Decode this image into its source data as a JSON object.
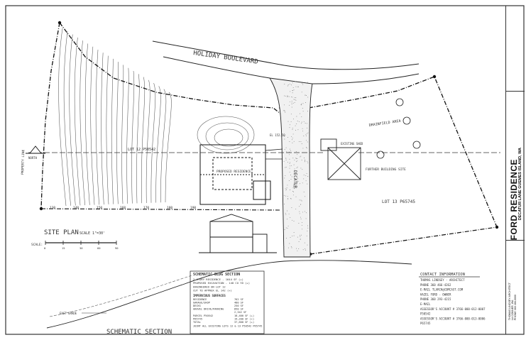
{
  "title_block": {
    "project": "FORD RESIDENCE",
    "address": "DECATUR LANE   GUEMES ISLAND, WA",
    "architect_lines": [
      "THOMAS LINDSEY ARCHITECT",
      "LA CONNER, WA",
      "PHONE 360 466-0000"
    ]
  },
  "plan": {
    "road_name": "HOLIDAY BOULEVARD",
    "road_label": "DECATUR",
    "lot_left": "LOT 12  P50542",
    "lot_right": "LOT 13  P65745",
    "drainfield": "DRAINFIELD AREA",
    "proposed_residence": "PROPOSED RESIDENCE",
    "existing_shed": "EXISTING SHED",
    "further_building": "FURTHER BUILDING SITE",
    "property_line": "PROPERTY LINE",
    "elevation_marker": "EL 152.50",
    "north_label": "NORTH",
    "contour_labels": [
      "130",
      "140",
      "150",
      "160",
      "170",
      "180",
      "190"
    ]
  },
  "site_plan": {
    "title": "SITE PLAN",
    "scale": "SCALE 1\"=30'",
    "scale_label": "SCALE:",
    "scale_ticks": [
      "0",
      "15",
      "30",
      "60",
      "90"
    ]
  },
  "section_title": "SCHEMATIC SECTION",
  "notes": {
    "heading": "SCHEMATIC BLDG SECTION",
    "lines": [
      "2 STORY RESIDENCE - 1644 SF (+)",
      "PROPOSED EXCAVATION - 140 CU YD (+)",
      "ENGINEERED ON LOT 12",
      "CUT TO APPROX EL 142 (+)"
    ],
    "coverage_heading": "IMPERVIOUS SURFACES",
    "coverage": [
      {
        "label": "RESIDENCE",
        "value": "762 SF"
      },
      {
        "label": "GARAGE/SHOP",
        "value": "480 SF"
      },
      {
        "label": "DECKS",
        "value": "250 SF"
      },
      {
        "label": "GRAVEL DRIVE/PARKING",
        "value": "850 SF"
      },
      {
        "label": "",
        "value": "2,342 SF"
      },
      {
        "label": "PARCEL P50542",
        "value": "18,400 SF (+)"
      },
      {
        "label": "P65745",
        "value": "19,200 SF (+)"
      },
      {
        "label": "TOTAL",
        "value": "37,600 SF (+)"
      }
    ],
    "footer": "JOINT ALL EXISTING LOTS 12 & 13 P50542 P65745"
  },
  "contact": {
    "heading": "CONTACT INFORMATION",
    "lines": [
      "THOMAS LINDSEY - ARCHITECT",
      "PHONE 360 466-4262",
      "E-MAIL TLARCH@COMCAST.COM",
      "HAZEL FORD - OWNER",
      "PHONE 360 293-4215",
      "E-MAIL",
      "ASSESSOR'S ACCOUNT # 3766-000-012-0007",
      "P50542",
      "ASSESSOR'S ACCOUNT # 3766-000-013-0006",
      "P65745"
    ]
  }
}
